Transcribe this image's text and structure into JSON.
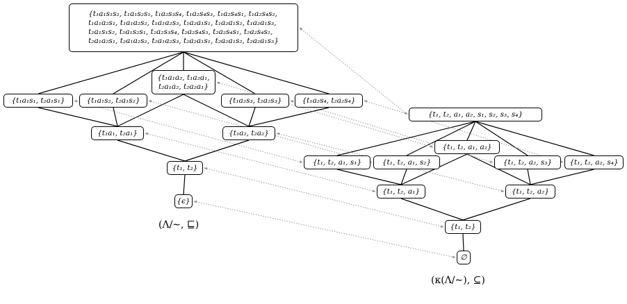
{
  "left_lattice": {
    "caption": "(Λ/∼, ⊑)",
    "nodes": {
      "top": [
        "{t₁a₁s₁s₂, t₁a₁s₂s₁, t₁a₂s₃s₄, t₁a₂s₄s₃, t₁a₂s₄s₁, t₁a₂s₄s₂,",
        "t₁a₁a₂s₁, t₁a₁a₂s₂, t₁a₁a₂s₃, t₁a₂a₁s₁, t₁a₂a₁s₂, t₁a₂a₁s₃,",
        "t₂a₁s₁s₂, t₂a₁s₂s₁, t₂a₂s₃s₄, t₂a₂s₄s₃, t₂a₂s₄s₁, t₂a₂s₄s₂,",
        "t₂a₁a₂s₁, t₂a₁a₂s₂, t₂a₁a₂s₃, t₂a₂a₁s₁, t₂a₂a₁s₂, t₂a₂a₁s₃}"
      ],
      "a1s1": [
        "{t₁a₁s₁, t₂a₁s₁}"
      ],
      "a1s2": [
        "{t₁a₁s₂, t₂a₁s₂}"
      ],
      "a1a2": [
        "{t₁a₁a₂, t₁a₂a₁,",
        "t₂a₁a₂, t₂a₂a₁}"
      ],
      "a2s3": [
        "{t₁a₂s₃, t₂a₂s₃}"
      ],
      "a2s4": [
        "{t₁a₂s₄, t₂a₂s₄}"
      ],
      "a1": [
        "{t₁a₁, t₂a₁}"
      ],
      "a2": [
        "{t₁a₂, t₂a₂}"
      ],
      "t": [
        "{t₁, t₂}"
      ],
      "eps": [
        "{ϵ}"
      ]
    }
  },
  "right_lattice": {
    "caption": "(κ(Λ/∼), ⊆)",
    "nodes": {
      "top": [
        "{t₁, t₂, a₁, a₂, s₁, s₂, s₃, s₄}"
      ],
      "a1s1": [
        "{t₁, t₂, a₁, s₁}"
      ],
      "a1s2": [
        "{t₁, t₂, a₁, s₂}"
      ],
      "a1a2": [
        "{t₁, t₂, a₁, a₂}"
      ],
      "a2s3": [
        "{t₁, t₂, a₂, s₃}"
      ],
      "a2s4": [
        "{t₁, t₂, a₂, s₄}"
      ],
      "a1": [
        "{t₁, t₂, a₁}"
      ],
      "a2": [
        "{t₁, t₂, a₂}"
      ],
      "t": [
        "{t₁, t₂}"
      ],
      "empty": [
        "∅"
      ]
    }
  },
  "colors": {
    "edge": "#000000",
    "mapping": "#8a8a8a"
  }
}
